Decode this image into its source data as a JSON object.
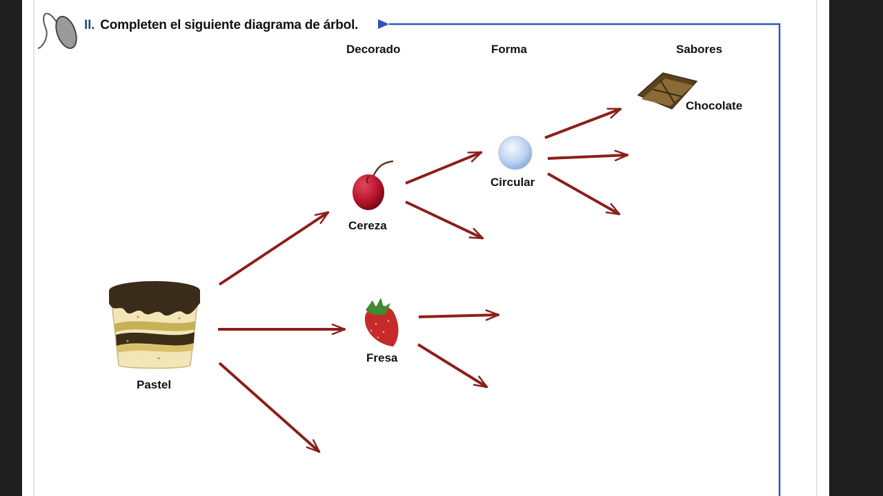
{
  "instruction": {
    "number": "II.",
    "text": "Completen el siguiente diagrama de árbol."
  },
  "columns": {
    "decorado": "Decorado",
    "forma": "Forma",
    "sabores": "Sabores"
  },
  "nodes": {
    "pastel": "Pastel",
    "cereza": "Cereza",
    "fresa": "Fresa",
    "circular": "Circular",
    "chocolate": "Chocolate"
  },
  "icons": {
    "mouse": "mouse-icon",
    "cake": "cake-icon",
    "cherry": "cherry-icon",
    "strawberry": "strawberry-icon",
    "circle": "circle-shape-icon",
    "chocolate": "chocolate-bar-icon"
  },
  "colors": {
    "arrow": "#8b1f1a",
    "connector": "#2f55b5",
    "number": "#2a4d8a"
  }
}
